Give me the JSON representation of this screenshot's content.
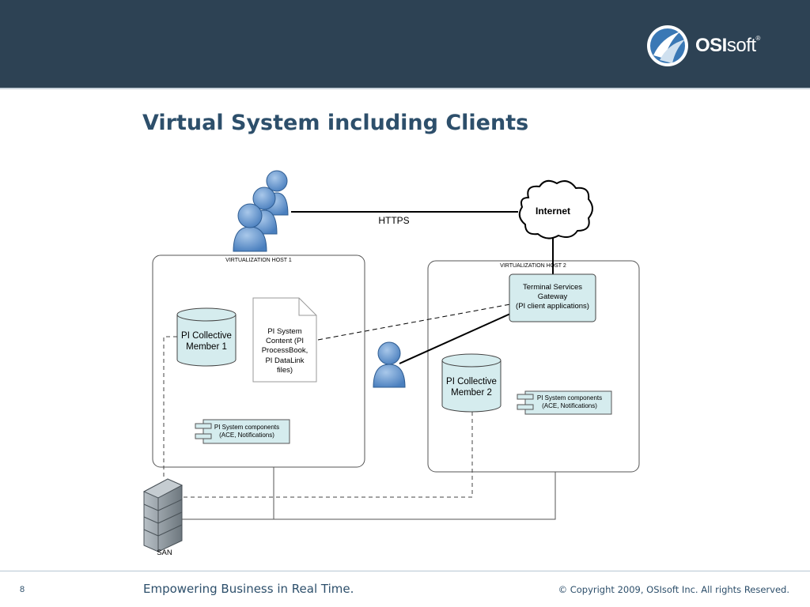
{
  "header": {
    "logo_bold": "OSI",
    "logo_rest": "soft",
    "logo_reg": "®"
  },
  "title": "Virtual System including Clients",
  "diagram": {
    "https_label": "HTTPS",
    "internet_label": "Internet",
    "host1": {
      "label": "VIRTUALIZATION HOST 1",
      "collective_line1": "PI Collective",
      "collective_line2": "Member 1",
      "content_lines": [
        "PI System",
        "Content (PI",
        "ProcessBook,",
        "PI DataLink",
        "files)"
      ],
      "components_line1": "PI System components",
      "components_line2": "(ACE, Notifications)"
    },
    "host2": {
      "label": "VIRTUALIZATION HOST 2",
      "gateway_lines": [
        "Terminal Services",
        "Gateway",
        "(PI client applications)"
      ],
      "collective_line1": "PI Collective",
      "collective_line2": "Member 2",
      "components_line1": "PI System components",
      "components_line2": "(ACE, Notifications)"
    },
    "san_label": "SAN",
    "colors": {
      "node_fill": "#d5ecee",
      "user_blue": "#6f9fd3",
      "server_gray": "#8a9399"
    }
  },
  "footer": {
    "page_number": "8",
    "tagline": "Empowering Business in Real Time.",
    "copyright": "© Copyright 2009, OSIsoft Inc.  All rights Reserved."
  }
}
